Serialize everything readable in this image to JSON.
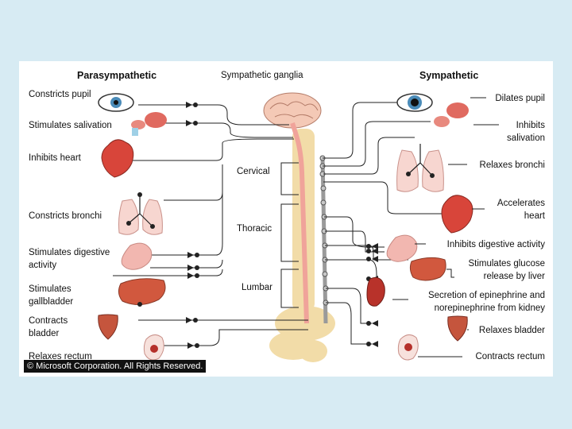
{
  "headers": {
    "parasympathetic": "Parasympathetic",
    "ganglia": "Sympathetic ganglia",
    "sympathetic": "Sympathetic"
  },
  "regions": {
    "cervical": "Cervical",
    "thoracic": "Thoracic",
    "lumbar": "Lumbar"
  },
  "parasympathetic_effects": [
    "Constricts pupil",
    "Stimulates salivation",
    "Inhibits heart",
    "Constricts bronchi",
    "Stimulates digestive",
    "activity",
    "Stimulates",
    "gallbladder",
    "Contracts",
    "bladder",
    "Relaxes rectum"
  ],
  "sympathetic_effects": [
    "Dilates pupil",
    "Inhibits",
    "salivation",
    "Relaxes bronchi",
    "Accelerates",
    "heart",
    "Inhibits digestive activity",
    "Stimulates glucose",
    "release by liver",
    "Secretion of epinephrine and",
    "norepinephrine from kidney",
    "Relaxes bladder",
    "Contracts rectum"
  ],
  "copyright": "© Microsoft Corporation. All Rights Reserved.",
  "colors": {
    "background": "#d7ebf3",
    "panel": "#ffffff",
    "organ_red": "#d8453a",
    "spine": "#f2dca8",
    "cord": "#f0a39a",
    "ganglia_chain": "#9a9a9a"
  }
}
